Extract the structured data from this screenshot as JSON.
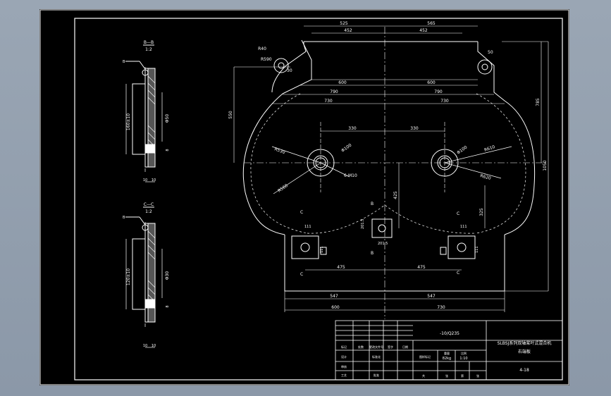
{
  "drawing": {
    "title_block": {
      "material_spec": "-10/Q235",
      "title_line1": "SLBSJ系列双轴桨叶式混合机",
      "title_line2": "右端板",
      "drawing_no": "4-18",
      "scale": "1:10",
      "mass": "82kg",
      "cells": [
        "标记",
        "处数",
        "更改文件号",
        "签字",
        "日期",
        "设计",
        "标准化",
        "审核",
        "工艺",
        "批准",
        "图样标记",
        "重量",
        "比例",
        "共",
        "张",
        "第",
        "张"
      ]
    },
    "section_bb": {
      "title": "B—B",
      "scale": "1:2",
      "dims": [
        "160±10",
        "Φ50",
        "10",
        "10",
        "8"
      ]
    },
    "section_cc": {
      "title": "C—C",
      "scale": "1:2",
      "dims": [
        "120±10",
        "Φ30",
        "10",
        "10",
        "8"
      ]
    },
    "main_view": {
      "dims_top": [
        "525",
        "565",
        "452",
        "452"
      ],
      "dims_upper": [
        "600",
        "600",
        "790",
        "790",
        "730",
        "730"
      ],
      "dims_shafts": [
        "330",
        "330",
        "R40",
        "Φ100",
        "Φ100",
        "R610",
        "R620",
        "R530",
        "6-M10",
        "R590",
        "R560"
      ],
      "dims_vertical": [
        "550",
        "785",
        "1050",
        "425",
        "325",
        "50",
        "30"
      ],
      "dims_bottom": [
        "475",
        "475",
        "547",
        "547",
        "600",
        "730"
      ],
      "small_dims": [
        "111",
        "111",
        "111",
        "111",
        "201.5",
        "201.5"
      ],
      "section_letters": [
        "B",
        "B",
        "C",
        "C",
        "C",
        "C"
      ]
    }
  }
}
